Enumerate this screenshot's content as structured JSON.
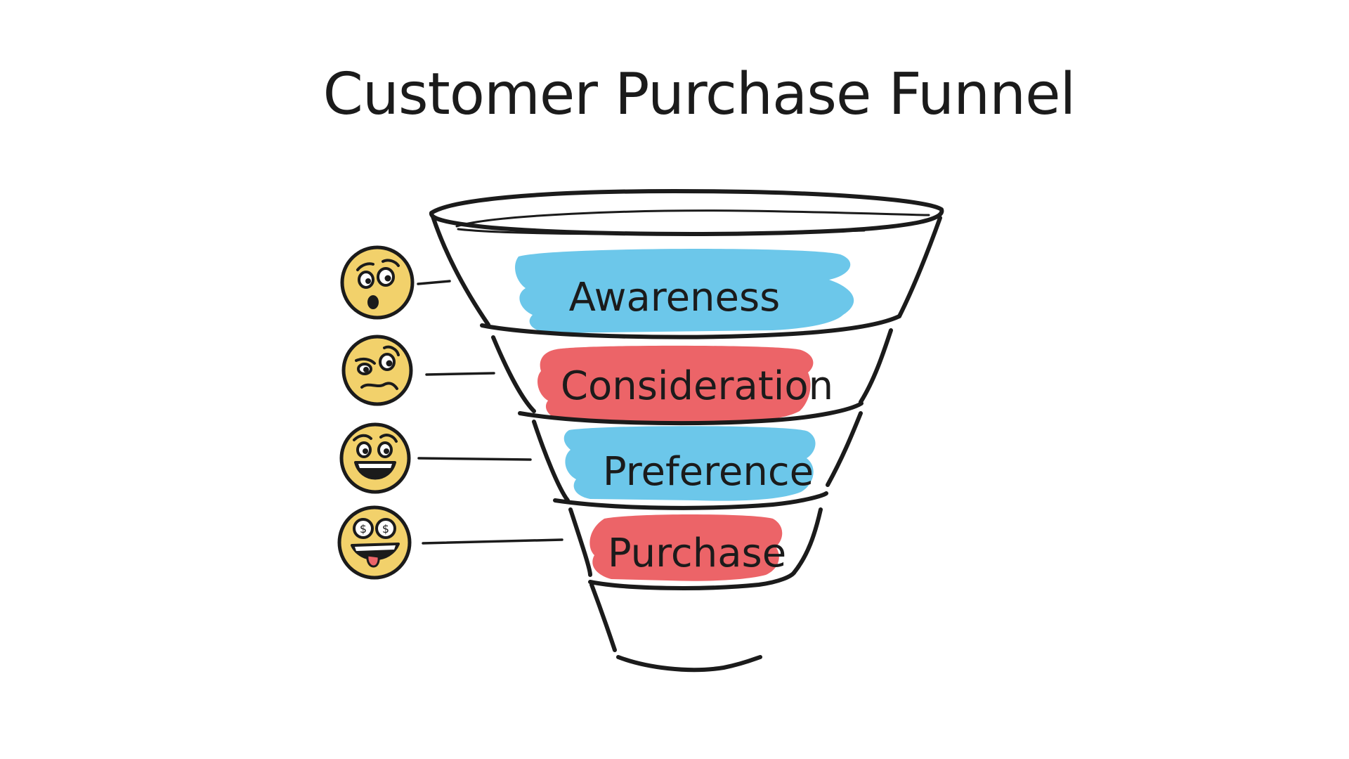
{
  "title": "Customer Purchase Funnel",
  "stages": [
    {
      "label": "Awareness",
      "highlight_color": "#6cc7ea",
      "face": "surprised-face-icon"
    },
    {
      "label": "Consideration",
      "highlight_color": "#ec6468",
      "face": "skeptical-face-icon"
    },
    {
      "label": "Preference",
      "highlight_color": "#6cc7ea",
      "face": "happy-face-icon"
    },
    {
      "label": "Purchase",
      "highlight_color": "#ec6468",
      "face": "money-eyes-face-icon"
    }
  ],
  "colors": {
    "ink": "#1b1b1b",
    "face_fill": "#f2d16b",
    "blue": "#6cc7ea",
    "red": "#ec6468",
    "background": "#ffffff"
  }
}
